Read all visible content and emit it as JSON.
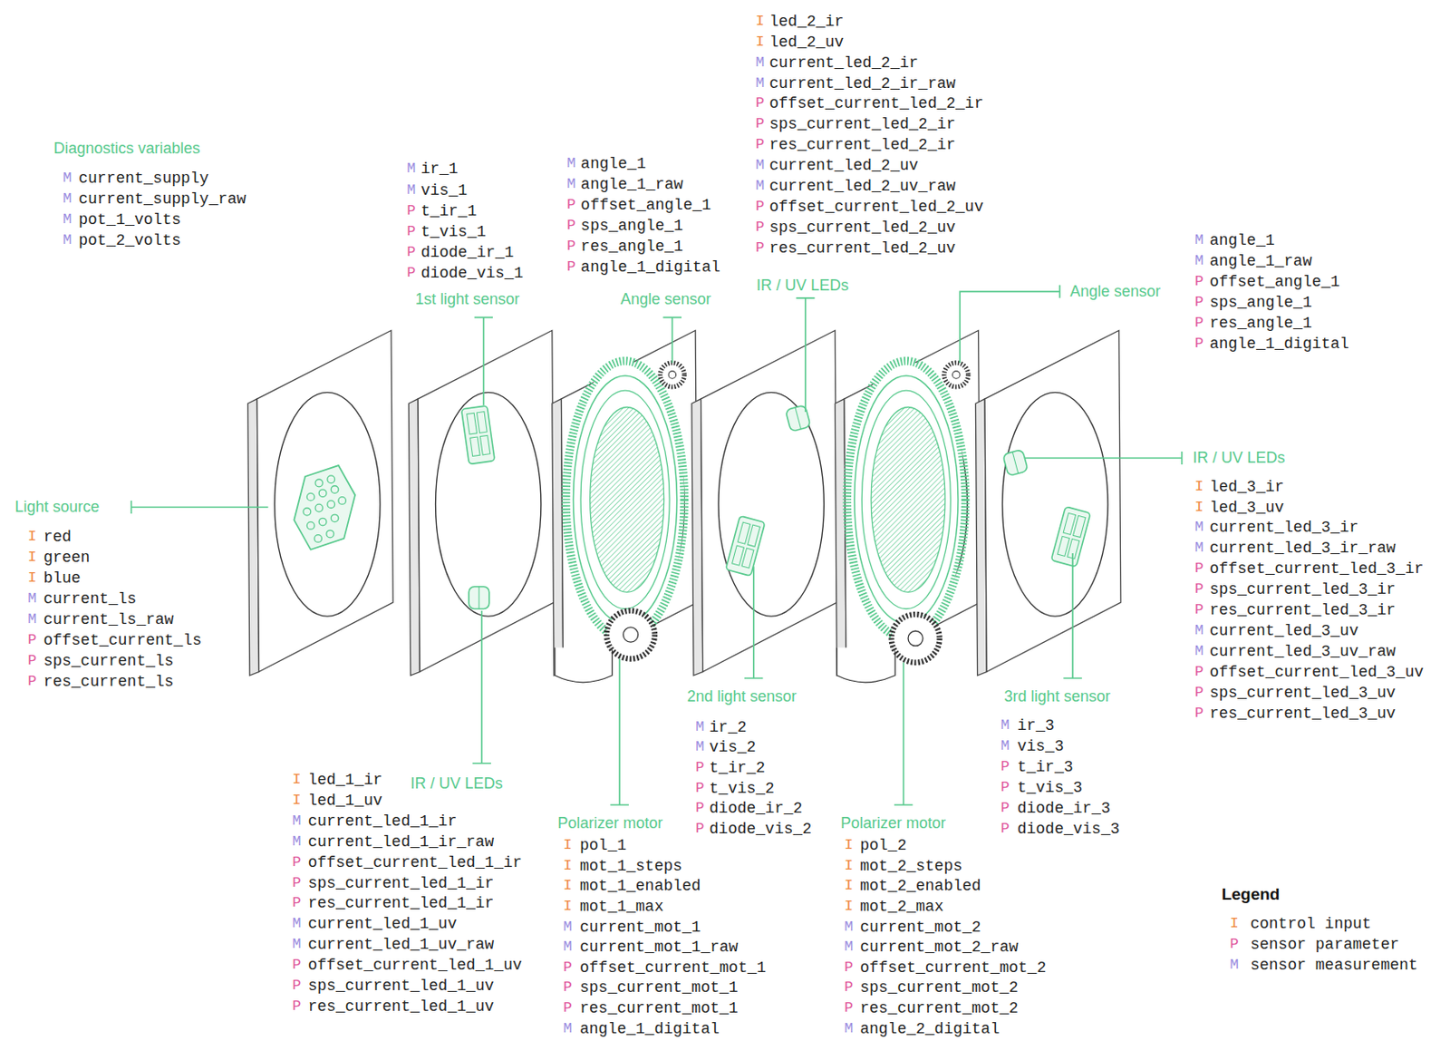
{
  "diagram": {
    "labels": [
      "Diagnostics variables",
      "M",
      "current_supply",
      "M",
      "current_supply_raw",
      "M",
      "pot_1_volts",
      "M",
      "pot_2_volts",
      "Light source",
      "I",
      "red",
      "I",
      "green",
      "I",
      "blue",
      "M",
      "current_ls",
      "M",
      "current_ls_raw",
      "P",
      "offset_current_ls",
      "P",
      "sps_current_ls",
      "P",
      "res_current_ls",
      "1st light sensor",
      "M",
      "ir_1",
      "M",
      "vis_1",
      "P",
      "t_ir_1",
      "P",
      "t_vis_1",
      "P",
      "diode_ir_1",
      "P",
      "diode_vis_1",
      "Angle sensor",
      "M",
      "angle_1",
      "M",
      "angle_1_raw",
      "P",
      "offset_angle_1",
      "P",
      "sps_angle_1",
      "P",
      "res_angle_1",
      "P",
      "angle_1_digital",
      "IR / UV LEDs",
      "I",
      "led_2_ir",
      "I",
      "led_2_uv",
      "M",
      "current_led_2_ir",
      "M",
      "current_led_2_ir_raw",
      "P",
      "offset_current_led_2_ir",
      "P",
      "sps_current_led_2_ir",
      "P",
      "res_current_led_2_ir",
      "M",
      "current_led_2_uv",
      "M",
      "current_led_2_uv_raw",
      "P",
      "offset_current_led_2_uv",
      "P",
      "sps_current_led_2_uv",
      "P",
      "res_current_led_2_uv",
      "IR / UV LEDs",
      "I",
      "led_1_ir",
      "I",
      "led_1_uv",
      "M",
      "current_led_1_ir",
      "M",
      "current_led_1_ir_raw",
      "P",
      "offset_current_led_1_ir",
      "P",
      "sps_current_led_1_ir",
      "P",
      "res_current_led_1_ir",
      "M",
      "current_led_1_uv",
      "M",
      "current_led_1_uv_raw",
      "P",
      "offset_current_led_1_uv",
      "P",
      "sps_current_led_1_uv",
      "P",
      "res_current_led_1_uv",
      "Polarizer motor",
      "I",
      "pol_1",
      "I",
      "mot_1_steps",
      "I",
      "mot_1_enabled",
      "I",
      "mot_1_max",
      "M",
      "current_mot_1",
      "M",
      "current_mot_1_raw",
      "P",
      "offset_current_mot_1",
      "P",
      "sps_current_mot_1",
      "P",
      "res_current_mot_1",
      "M",
      "angle_1_digital",
      "2nd light sensor",
      "M",
      "ir_2",
      "M",
      "vis_2",
      "P",
      "t_ir_2",
      "P",
      "t_vis_2",
      "P",
      "diode_ir_2",
      "P",
      "diode_vis_2",
      "Polarizer motor",
      "I",
      "pol_2",
      "I",
      "mot_2_steps",
      "I",
      "mot_2_enabled",
      "I",
      "mot_2_max",
      "M",
      "current_mot_2",
      "M",
      "current_mot_2_raw",
      "P",
      "offset_current_mot_2",
      "P",
      "sps_current_mot_2",
      "P",
      "res_current_mot_2",
      "M",
      "angle_2_digital",
      "3rd light sensor",
      "M",
      "ir_3",
      "M",
      "vis_3",
      "P",
      "t_ir_3",
      "P",
      "t_vis_3",
      "P",
      "diode_ir_3",
      "P",
      "diode_vis_3",
      "Angle sensor",
      "M",
      "angle_1",
      "M",
      "angle_1_raw",
      "P",
      "offset_angle_1",
      "P",
      "sps_angle_1",
      "P",
      "res_angle_1",
      "P",
      "angle_1_digital",
      "IR / UV LEDs",
      "I",
      "led_3_ir",
      "I",
      "led_3_uv",
      "M",
      "current_led_3_ir",
      "M",
      "current_led_3_ir_raw",
      "P",
      "offset_current_led_3_ir",
      "P",
      "sps_current_led_3_ir",
      "P",
      "res_current_led_3_ir",
      "M",
      "current_led_3_uv",
      "M",
      "current_led_3_uv_raw",
      "P",
      "offset_current_led_3_uv",
      "P",
      "sps_current_led_3_uv",
      "P",
      "res_current_led_3_uv",
      "Legend",
      "I",
      "P",
      "M"
    ],
    "legend": [
      {
        "text": "control input"
      },
      {
        "text": "sensor parameter"
      },
      {
        "text": "sensor measurement"
      }
    ]
  }
}
